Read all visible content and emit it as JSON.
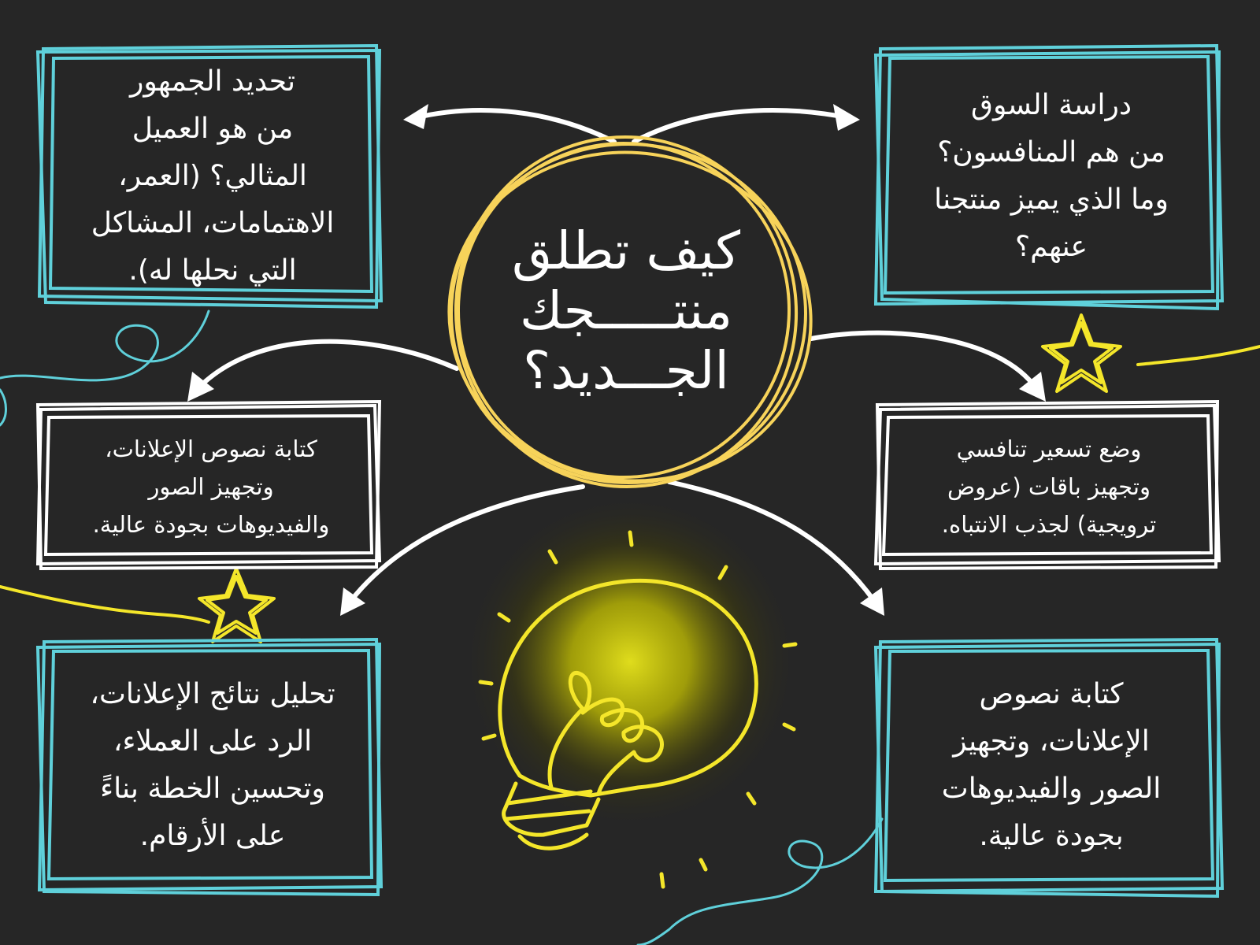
{
  "title": {
    "lines": [
      "كيف تطلق",
      "منتـــــجك",
      "الجـــديد؟"
    ]
  },
  "boxes": {
    "top_left": {
      "lines": [
        "تحديد الجمهور",
        "من هو العميل",
        "المثالي؟ (العمر،",
        "الاهتمامات، المشاكل",
        "التي نحلها له)."
      ]
    },
    "top_right": {
      "lines": [
        "دراسة السوق",
        "من هم المنافسون؟",
        "وما الذي يميز منتجنا",
        "عنهم؟"
      ]
    },
    "mid_left": {
      "lines": [
        "كتابة نصوص الإعلانات،",
        "وتجهيز الصور",
        "والفيديوهات بجودة عالية."
      ]
    },
    "mid_right": {
      "lines": [
        "وضع تسعير تنافسي",
        "وتجهيز باقات (عروض",
        "ترويجية) لجذب الانتباه."
      ]
    },
    "bottom_left": {
      "lines": [
        "تحليل نتائج الإعلانات،",
        "الرد على العملاء،",
        "وتحسين الخطة بناءً",
        "على الأرقام."
      ]
    },
    "bottom_right": {
      "lines": [
        "كتابة نصوص",
        "الإعلانات، وتجهيز",
        "الصور والفيديوهات",
        "بجودة عالية."
      ]
    }
  },
  "colors": {
    "background": "#262626",
    "frame_teal": "#5fd0da",
    "frame_white": "#ffffff",
    "circle_yellow": "#f7d35a",
    "bulb_yellow": "#f4e62a",
    "text": "#ffffff"
  },
  "icons": [
    "lightbulb-icon",
    "star-icon"
  ]
}
